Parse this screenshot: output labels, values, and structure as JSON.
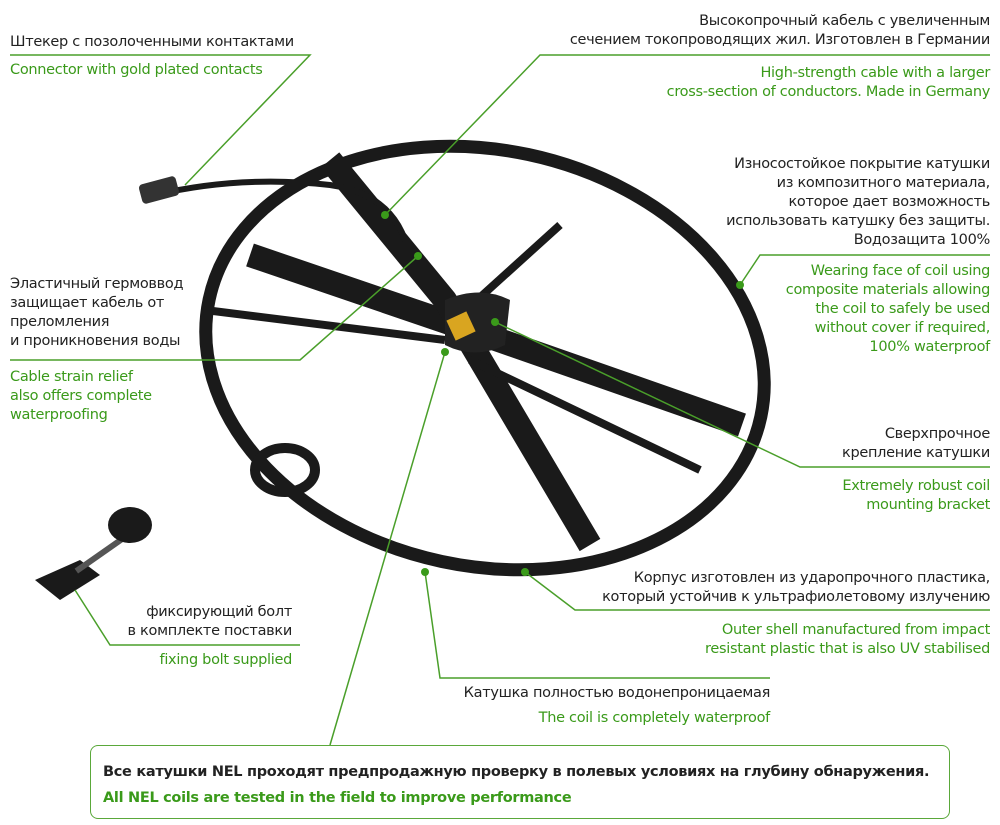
{
  "colors": {
    "accent": "#3a9a1a",
    "leader": "#4a9f2a",
    "coil": "#1a1a1a"
  },
  "callouts": {
    "connector": {
      "ru": "Штекер с позолоченными контактами",
      "en": "Connector with gold plated contacts"
    },
    "cable": {
      "ru": [
        "Высокопрочный кабель с увеличенным",
        "сечением токопроводящих жил. Изготовлен в Германии"
      ],
      "en": [
        "High-strength cable with a larger",
        "cross-section of conductors. Made in Germany"
      ]
    },
    "coating": {
      "ru": [
        "Износостойкое покрытие катушки",
        "из композитного материала,",
        "которое дает возможность",
        "использовать катушку без защиты.",
        "Водозащита 100%"
      ],
      "en": [
        "Wearing face of coil using",
        "composite materials allowing",
        "the coil to safely be used",
        "without cover if required,",
        "100% waterproof"
      ]
    },
    "strain": {
      "ru": [
        "Эластичный гермоввод",
        "защищает кабель от",
        "преломления",
        "и проникновения воды"
      ],
      "en": [
        "Cable strain relief",
        "also offers complete",
        "waterproofing"
      ]
    },
    "bracket": {
      "ru": [
        "Сверхпрочное",
        "крепление катушки"
      ],
      "en": [
        "Extremely robust coil",
        "mounting bracket"
      ]
    },
    "shell": {
      "ru": [
        "Корпус изготовлен из ударопрочного пластика,",
        "который устойчив к ультрафиолетовому излучению"
      ],
      "en": [
        "Outer shell manufactured from impact",
        "resistant plastic that is also UV stabilised"
      ]
    },
    "bolt": {
      "ru": [
        "фиксирующий болт",
        "в комплекте поставки"
      ],
      "en": "fixing bolt supplied"
    },
    "waterproof": {
      "ru": "Катушка полностью водонепроницаемая",
      "en": "The coil is completely waterproof"
    }
  },
  "footer": {
    "ru": "Все катушки NEL проходят предпродажную проверку в полевых условиях на глубину обнаружения.",
    "en": "All NEL coils are tested in the field to improve performance"
  }
}
